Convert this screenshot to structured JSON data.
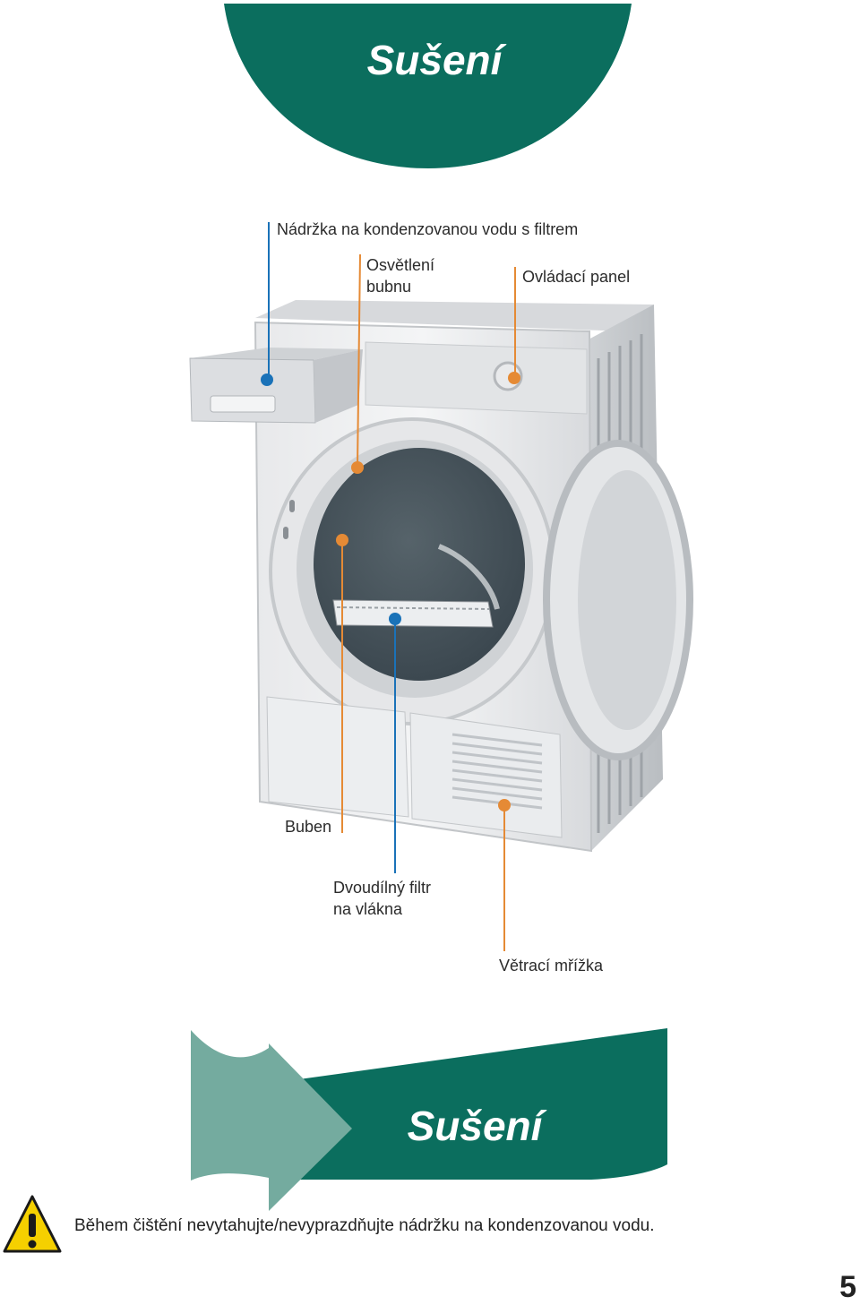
{
  "header": {
    "title": "Sušení",
    "color": "#0b6e5e"
  },
  "callouts": {
    "water_tank": "Nádržka na kondenzovanou vodu s filtrem",
    "drum_light_1": "Osvětlení",
    "drum_light_2": "bubnu",
    "control_panel": "Ovládací panel",
    "drum": "Buben",
    "lint_filter_1": "Dvoudílný filtr",
    "lint_filter_2": "na vlákna",
    "vent_grille": "Větrací mřížka"
  },
  "banner": {
    "title": "Sušení",
    "arrow_color": "#74ab9f",
    "bar_color": "#0b6e5e"
  },
  "warning": {
    "icon": "warning-triangle-icon",
    "text": "Během čištění nevytahujte/nevyprazdňujte nádržku na kondenzovanou vodu."
  },
  "page_number": "5",
  "colors": {
    "blue_marker": "#1a72b8",
    "orange_marker": "#e58a35"
  }
}
